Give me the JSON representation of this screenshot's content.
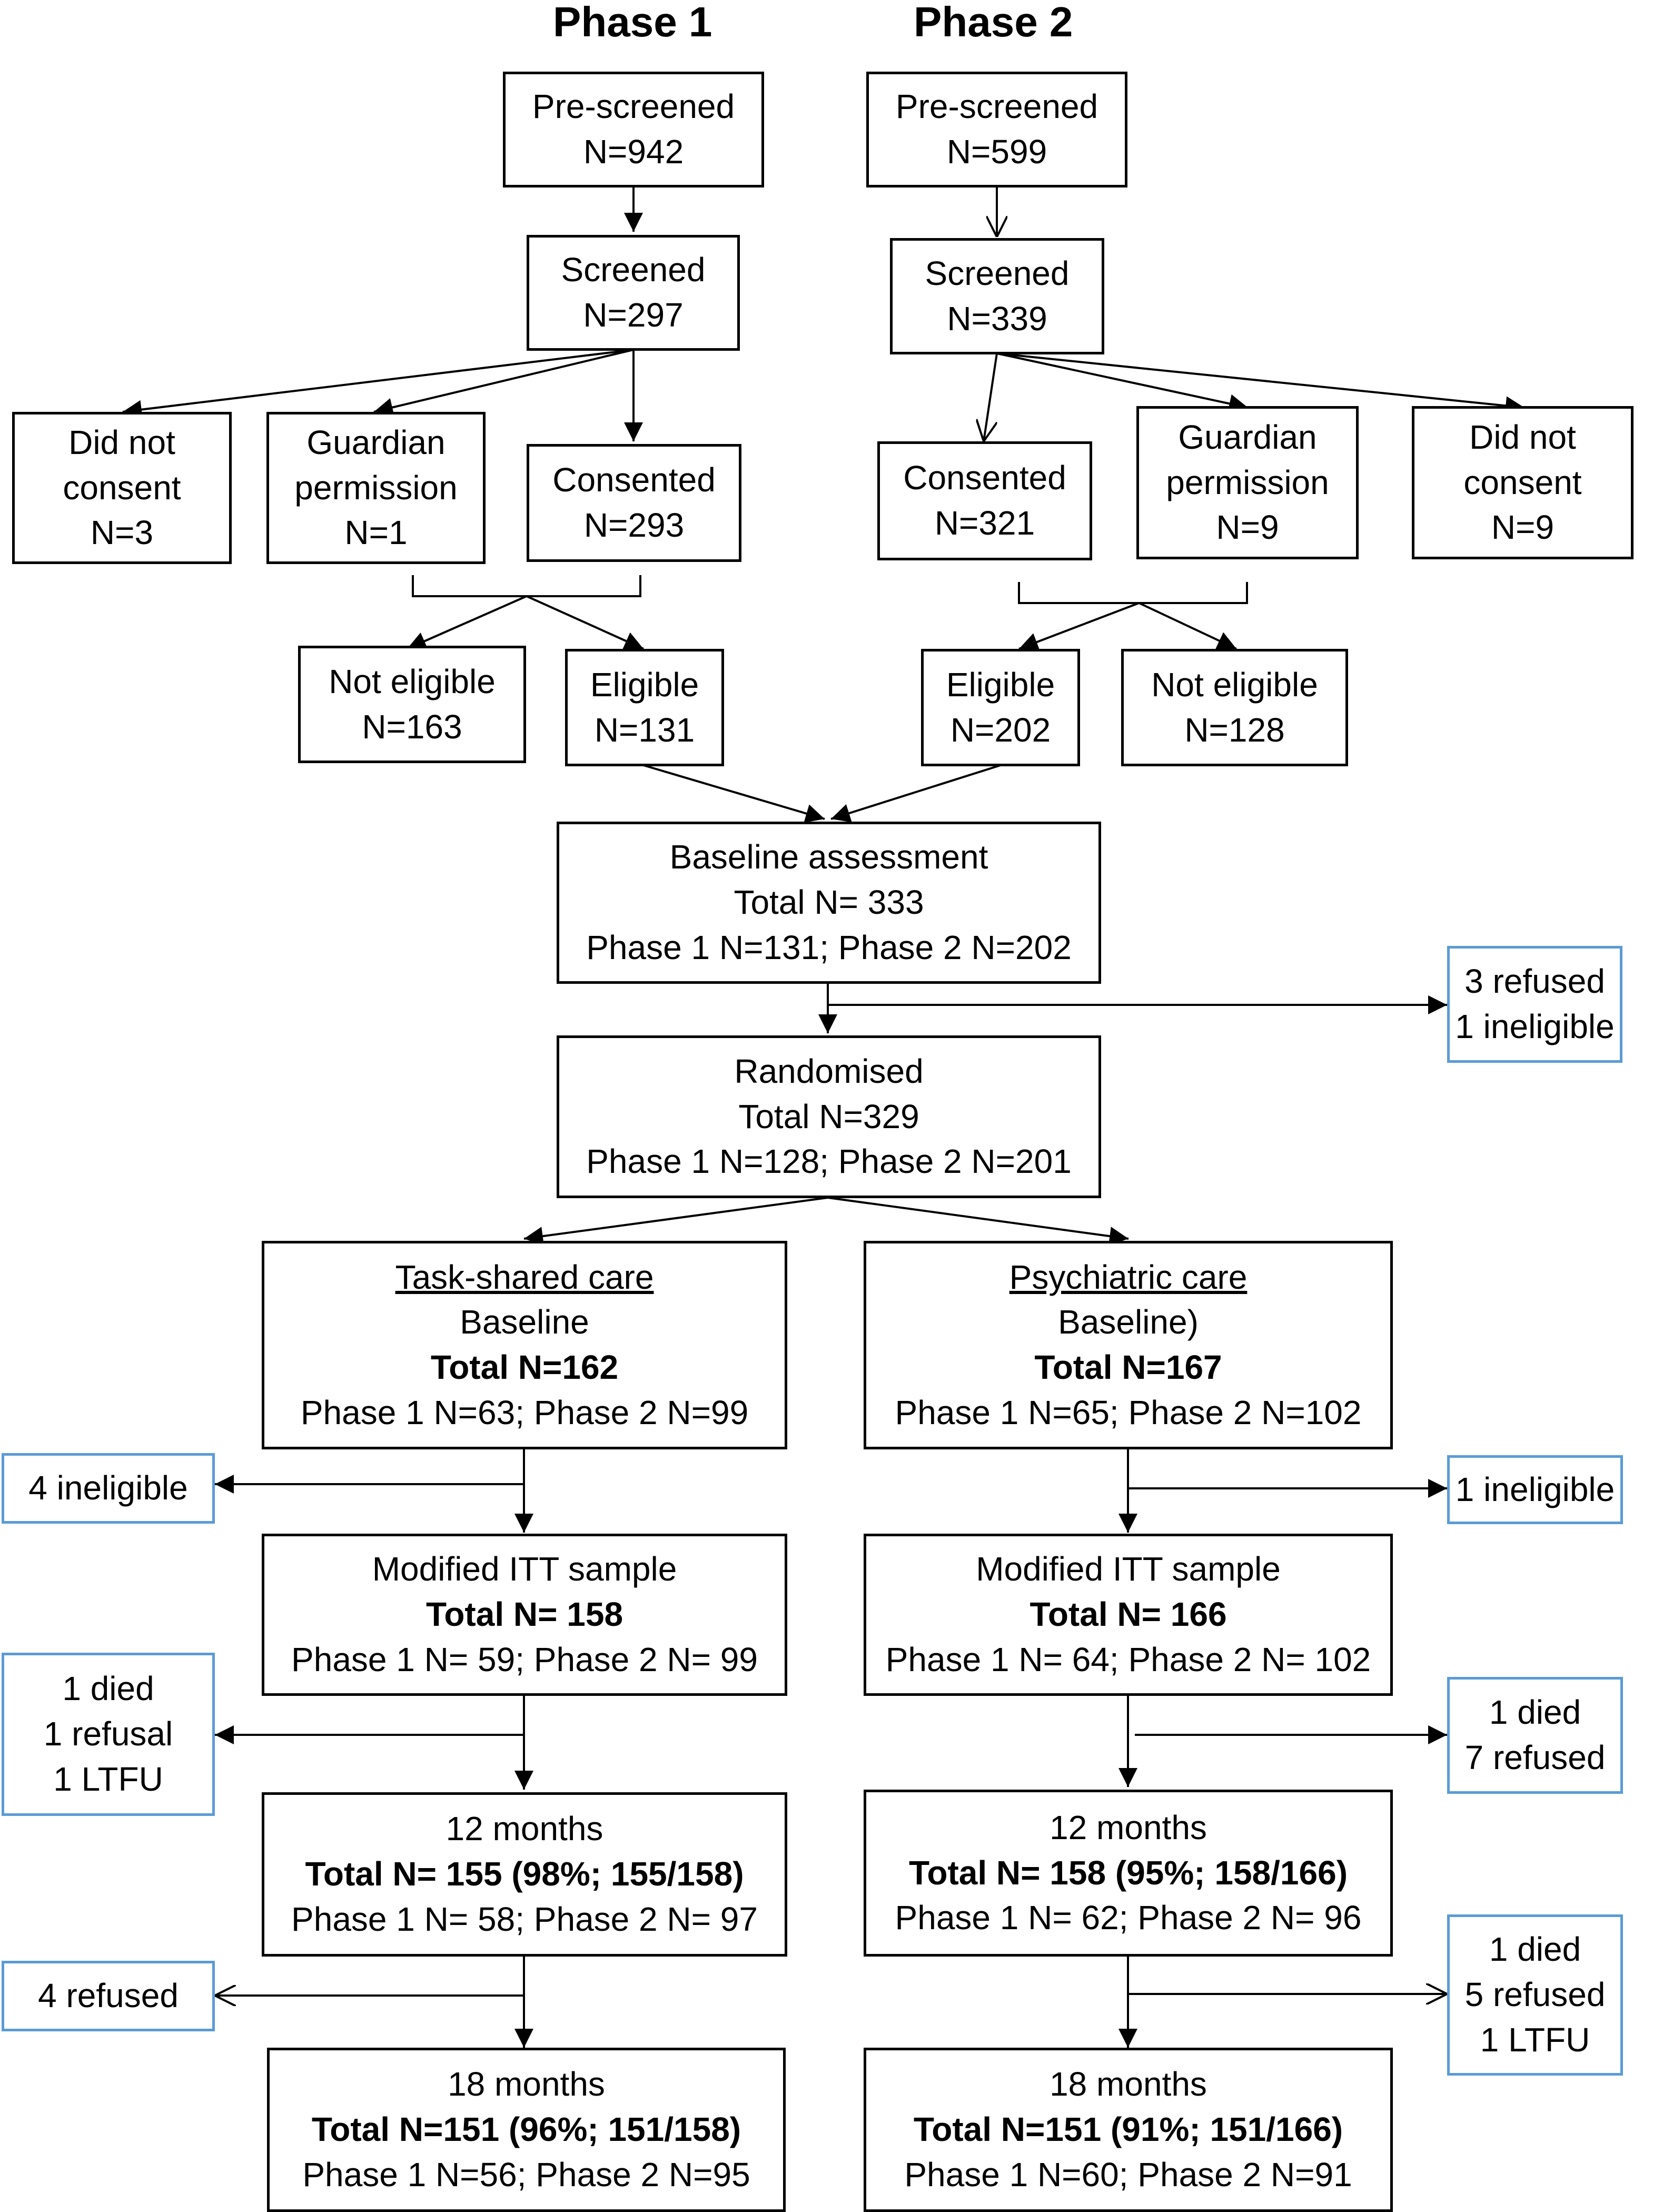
{
  "headers": {
    "phase1": "Phase 1",
    "phase2": "Phase 2"
  },
  "phase1": {
    "prescreened": [
      "Pre-screened",
      "N=942"
    ],
    "screened": [
      "Screened",
      "N=297"
    ],
    "did_not_consent": [
      "Did not",
      "consent",
      "N=3"
    ],
    "guardian": [
      "Guardian",
      "permission",
      "N=1"
    ],
    "consented": [
      "Consented",
      "N=293"
    ],
    "not_eligible": [
      "Not eligible",
      "N=163"
    ],
    "eligible": [
      "Eligible",
      "N=131"
    ]
  },
  "phase2": {
    "prescreened": [
      "Pre-screened",
      "N=599"
    ],
    "screened": [
      "Screened",
      "N=339"
    ],
    "consented": [
      "Consented",
      "N=321"
    ],
    "guardian": [
      "Guardian",
      "permission",
      "N=9"
    ],
    "did_not_consent": [
      "Did not",
      "consent",
      "N=9"
    ],
    "eligible": [
      "Eligible",
      "N=202"
    ],
    "not_eligible": [
      "Not eligible",
      "N=128"
    ]
  },
  "baseline": [
    "Baseline assessment",
    "Total N= 333",
    "Phase 1 N=131; Phase 2 N=202"
  ],
  "excluded_baseline": [
    "3 refused",
    "1 ineligible"
  ],
  "randomised": [
    "Randomised",
    "Total N=329",
    "Phase 1 N=128; Phase 2 N=201"
  ],
  "task_shared": {
    "baseline": [
      "Task-shared care",
      "Baseline",
      "Total N=162",
      "Phase 1 N=63; Phase 2 N=99"
    ],
    "excl1": [
      "4 ineligible"
    ],
    "mitt": [
      "Modified ITT sample",
      "Total N= 158",
      "Phase 1 N= 59; Phase 2 N= 99"
    ],
    "excl2": [
      "1 died",
      "1 refusal",
      "1 LTFU"
    ],
    "m12": [
      "12 months",
      "Total N= 155 (98%; 155/158)",
      "Phase 1 N= 58; Phase 2 N= 97"
    ],
    "excl3": [
      "4 refused"
    ],
    "m18": [
      "18 months",
      "Total N=151 (96%; 151/158)",
      "Phase 1 N=56; Phase 2 N=95"
    ]
  },
  "psychiatric": {
    "baseline": [
      "Psychiatric care",
      "Baseline)",
      "Total N=167",
      "Phase 1 N=65; Phase 2 N=102"
    ],
    "excl1": [
      "1 ineligible"
    ],
    "mitt": [
      "Modified ITT sample",
      "Total N= 166",
      "Phase 1 N= 64; Phase 2 N= 102"
    ],
    "excl2": [
      "1 died",
      "7 refused"
    ],
    "m12": [
      "12 months",
      "Total N= 158 (95%; 158/166)",
      "Phase 1 N= 62; Phase 2 N= 96"
    ],
    "excl3": [
      "1 died",
      "5 refused",
      "1 LTFU"
    ],
    "m18": [
      "18 months",
      "Total N=151 (91%; 151/166)",
      "Phase 1 N=60; Phase 2 N=91"
    ]
  },
  "colors": {
    "line": "#000000",
    "exclusion_border": "#5b9bd5"
  }
}
